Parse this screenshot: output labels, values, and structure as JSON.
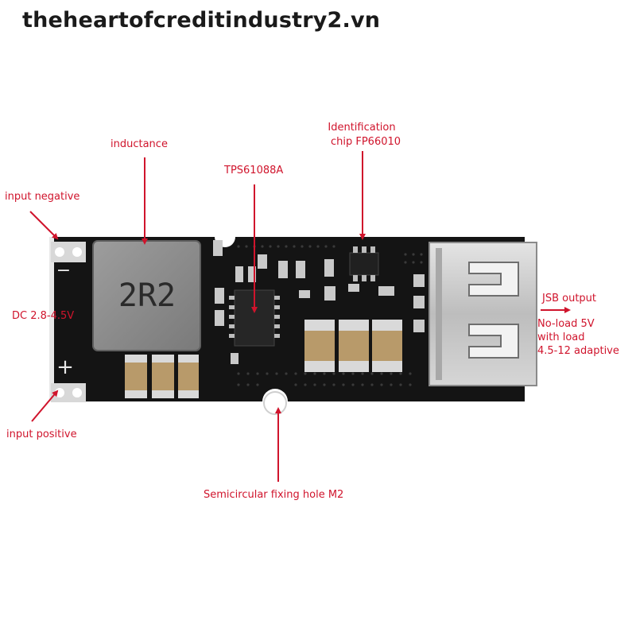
{
  "watermark": "theheartofcreditindustry2.vn",
  "board": {
    "inductor_marking": "2R2",
    "minus_sign": "−",
    "plus_sign": "+"
  },
  "labels": {
    "inductance": "inductance",
    "identification_line1": "Identification",
    "identification_line2": "chip FP66010",
    "tps": "TPS61088A",
    "input_negative": "input negative",
    "dc_range": "DC 2.8-4.5V",
    "usb_output": "JSB output",
    "no_load": "No-load 5V",
    "with_load": "with load",
    "adaptive": "4.5-12 adaptive",
    "input_positive": "input positive",
    "fixing_hole": "Semicircular fixing hole M2"
  },
  "colors": {
    "annotation": "#d0142c",
    "pcb": "#141414",
    "inductor": "#8d8d8d",
    "capacitor": "#b89a6a",
    "usb_shell": "#c8c8c8"
  }
}
